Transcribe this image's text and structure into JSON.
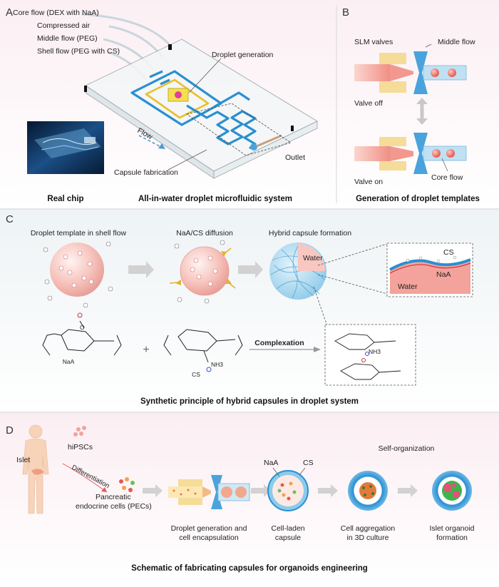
{
  "panels": {
    "A": {
      "letter": "A",
      "labels": {
        "core_flow": "Core flow (DEX with NaA)",
        "compressed_air": "Compressed air",
        "middle_flow": "Middle flow (PEG)",
        "shell_flow": "Shell flow (PEG with CS)",
        "droplet_generation": "Droplet generation",
        "flow": "Flow",
        "capsule_fabrication": "Capsule fabrication",
        "outlet": "Outlet"
      },
      "caption_left": "Real chip",
      "caption_right": "All-in-water droplet microfluidic system"
    },
    "B": {
      "letter": "B",
      "labels": {
        "slm_valves": "SLM valves",
        "middle_flow": "Middle flow",
        "valve_off": "Valve off",
        "valve_on": "Valve on",
        "core_flow": "Core flow"
      },
      "caption": "Generation of droplet templates"
    },
    "C": {
      "letter": "C",
      "labels": {
        "droplet_template": "Droplet template in shell flow",
        "diffusion": "NaA/CS diffusion",
        "hybrid_formation": "Hybrid capsule formation",
        "water_core": "Water",
        "cs": "CS",
        "naa": "NaA",
        "water": "Water",
        "complexation": "Complexation",
        "naa_molecule": "NaA",
        "cs_molecule": "CS",
        "plus": "+"
      },
      "caption": "Synthetic principle of hybrid capsules in droplet system"
    },
    "D": {
      "letter": "D",
      "labels": {
        "hipscs": "hiPSCs",
        "islet": "Islet",
        "differentiation": "Differentiation",
        "pecs_line1": "Pancreatic",
        "pecs_line2": "endocrine cells (PECs)",
        "naa": "NaA",
        "cs": "CS",
        "self_org": "Self-organization",
        "step1_line1": "Droplet generation and",
        "step1_line2": "cell encapsulation",
        "step2_line1": "Cell-laden",
        "step2_line2": "capsule",
        "step3_line1": "Cell aggregation",
        "step3_line2": "in 3D culture",
        "step4_line1": "Islet organoid",
        "step4_line2": "formation"
      },
      "caption": "Schematic of fabricating  capsules for organoids engineering"
    }
  },
  "colors": {
    "channel_blue": "#2a8fd0",
    "droplet_red": "#e8675f",
    "valve_yellow": "#f2d98a",
    "pink_panel": "#fbeef2",
    "naa_red": "#d8313a",
    "cs_blue": "#3a4fc4"
  }
}
